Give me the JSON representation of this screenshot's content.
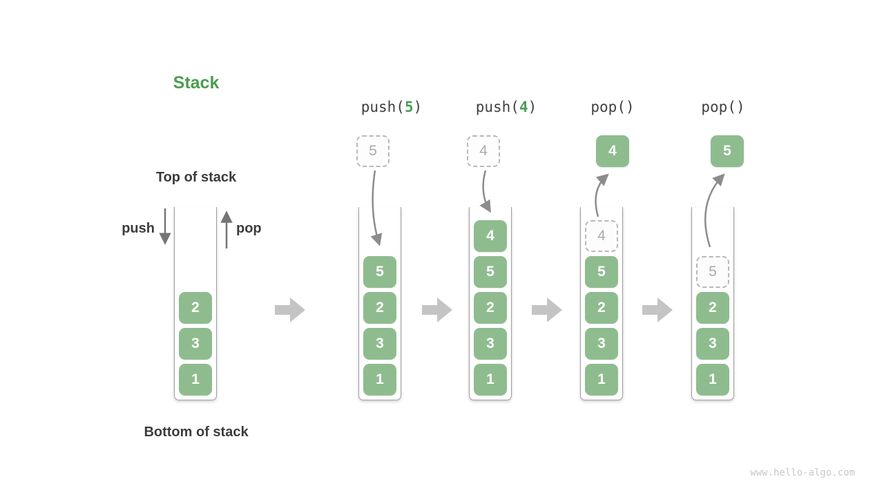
{
  "title": "Stack",
  "labels": {
    "top_of_stack": "Top of stack",
    "bottom_of_stack": "Bottom of stack",
    "push": "push",
    "pop": "pop"
  },
  "operations": [
    {
      "pre": "push(",
      "arg": "5",
      "post": ")"
    },
    {
      "pre": "push(",
      "arg": "4",
      "post": ")"
    },
    {
      "pre": "pop()",
      "arg": "",
      "post": ""
    },
    {
      "pre": "pop()",
      "arg": "",
      "post": ""
    }
  ],
  "floating_boxes": [
    {
      "style": "ghost",
      "value": "5"
    },
    {
      "style": "ghost",
      "value": "4"
    },
    {
      "style": "solid",
      "value": "4"
    },
    {
      "style": "solid",
      "value": "5"
    }
  ],
  "stacks": [
    {
      "cells": [
        {
          "style": "solid",
          "value": "2"
        },
        {
          "style": "solid",
          "value": "3"
        },
        {
          "style": "solid",
          "value": "1"
        }
      ]
    },
    {
      "cells": [
        {
          "style": "solid",
          "value": "5"
        },
        {
          "style": "solid",
          "value": "2"
        },
        {
          "style": "solid",
          "value": "3"
        },
        {
          "style": "solid",
          "value": "1"
        }
      ]
    },
    {
      "cells": [
        {
          "style": "solid",
          "value": "4"
        },
        {
          "style": "solid",
          "value": "5"
        },
        {
          "style": "solid",
          "value": "2"
        },
        {
          "style": "solid",
          "value": "3"
        },
        {
          "style": "solid",
          "value": "1"
        }
      ]
    },
    {
      "cells": [
        {
          "style": "ghost",
          "value": "4"
        },
        {
          "style": "solid",
          "value": "5"
        },
        {
          "style": "solid",
          "value": "2"
        },
        {
          "style": "solid",
          "value": "3"
        },
        {
          "style": "solid",
          "value": "1"
        }
      ]
    },
    {
      "cells": [
        {
          "style": "ghost",
          "value": "5"
        },
        {
          "style": "solid",
          "value": "2"
        },
        {
          "style": "solid",
          "value": "3"
        },
        {
          "style": "solid",
          "value": "1"
        }
      ]
    }
  ],
  "watermark": "www.hello-algo.com",
  "colors": {
    "accent_green": "#4a9d51",
    "box_green": "#8fbc8f",
    "text_dark": "#3c3c3c",
    "straight_arrow_gray": "#757575",
    "curved_arrow_gray": "#8c8c8c",
    "block_arrow_gray": "#c4c4c4"
  }
}
